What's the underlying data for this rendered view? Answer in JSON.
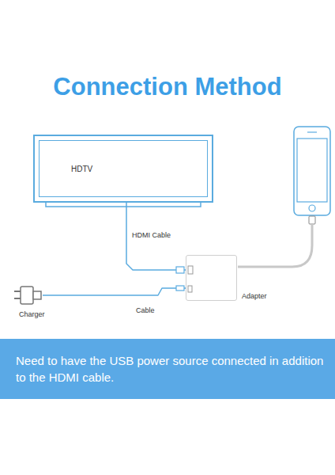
{
  "diagram": {
    "title": "Connection Method",
    "nodes": [
      {
        "text": [
          "HDTV"
        ]
      },
      {
        "text": [
          "Adapter"
        ]
      },
      {
        "text": [
          "Charger"
        ]
      },
      {
        "text": [
          "Need to have the USB power source connected in addition to the HDMI cable."
        ]
      }
    ],
    "edges": [
      {
        "from": 0,
        "to": 1,
        "label": "HDMI Cable",
        "arrow": "none"
      },
      {
        "from": 2,
        "to": 1,
        "label": "Cable",
        "arrow": "none"
      }
    ]
  }
}
